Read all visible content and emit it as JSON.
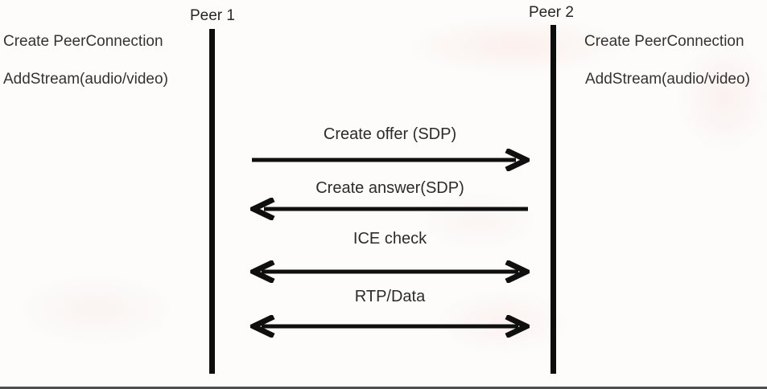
{
  "diagram": {
    "type": "sequence",
    "peers": [
      {
        "name": "Peer 1",
        "annotations": [
          "Create PeerConnection",
          "AddStream(audio/video)"
        ]
      },
      {
        "name": "Peer 2",
        "annotations": [
          "Create PeerConnection",
          "AddStream(audio/video)"
        ]
      }
    ],
    "messages": [
      {
        "label": "Create offer (SDP)",
        "direction": "right"
      },
      {
        "label": "Create answer(SDP)",
        "direction": "left"
      },
      {
        "label": "ICE check",
        "direction": "bidirectional"
      },
      {
        "label": "RTP/Data",
        "direction": "bidirectional"
      }
    ],
    "colors": {
      "line": "#0f0f0f",
      "text": "#2e2e2e",
      "background": "#fdfcfb"
    }
  }
}
